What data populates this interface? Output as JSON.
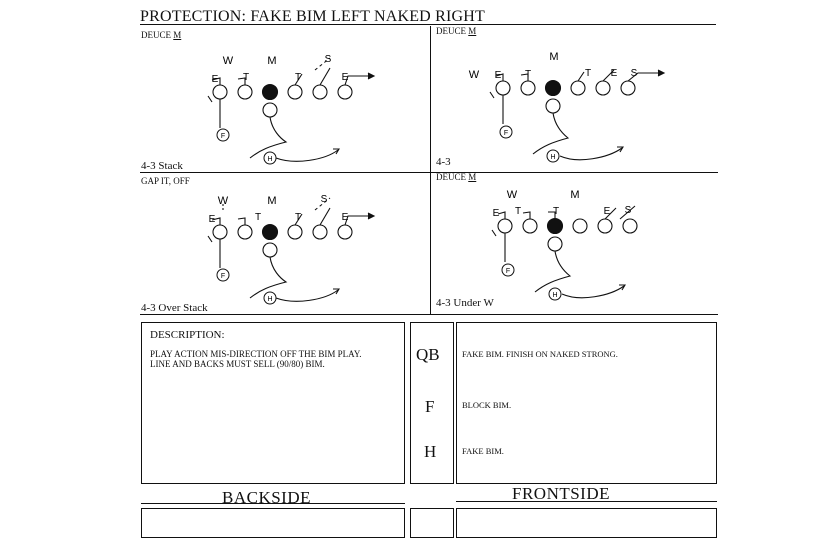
{
  "header": {
    "title": "PROTECTION:  FAKE BIM LEFT NAKED RIGHT"
  },
  "diagrams": [
    {
      "top_label": "DEUCE",
      "top_label_tag": "M",
      "defense_label": "4-3 Stack",
      "defenders": [
        "W",
        "M",
        "S",
        "E",
        "T",
        "T",
        "E"
      ]
    },
    {
      "top_label": "DEUCE",
      "top_label_tag": "M",
      "defense_label": "4-3",
      "defenders": [
        "M",
        "W",
        "E",
        "T",
        "T",
        "E",
        "S"
      ]
    },
    {
      "top_label": "GAP IT, OFF",
      "top_label_tag": "",
      "defense_label": "4-3 Over Stack",
      "defenders": [
        "W",
        "M",
        "S",
        "E",
        "T",
        "T",
        "E"
      ]
    },
    {
      "top_label": "DEUCE",
      "top_label_tag": "M",
      "defense_label": "4-3 Under W",
      "defenders": [
        "W",
        "M",
        "E",
        "T",
        "T",
        "E",
        "S"
      ]
    }
  ],
  "backs": {
    "fullback": "F",
    "halfback": "H"
  },
  "description": {
    "heading": "DESCRIPTION:",
    "line1": "PLAY ACTION MIS-DIRECTION OFF THE BIM PLAY.",
    "line2": "LINE AND BACKS MUST SELL (90/80) BIM."
  },
  "assignments": [
    {
      "position": "QB",
      "text": "FAKE BIM. FINISH ON NAKED STRONG."
    },
    {
      "position": "F",
      "text": "BLOCK BIM."
    },
    {
      "position": "H",
      "text": "FAKE BIM."
    }
  ],
  "footer": {
    "backside": "BACKSIDE",
    "frontside": "FRONTSIDE"
  }
}
